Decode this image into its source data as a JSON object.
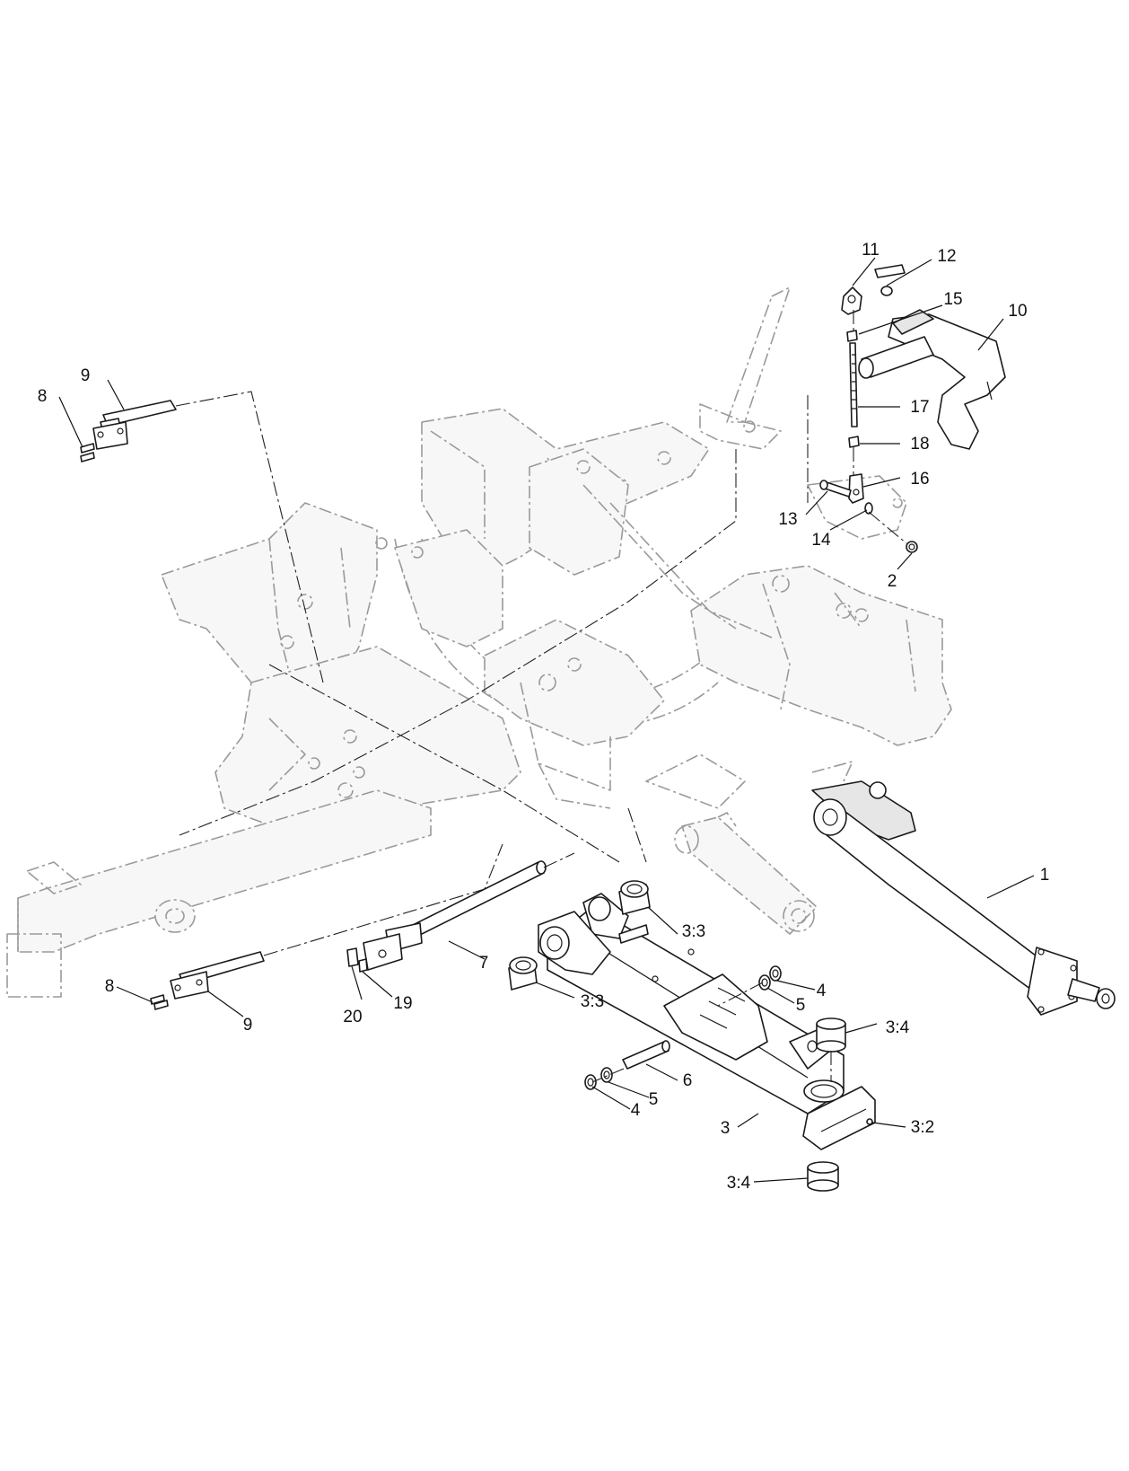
{
  "diagram": {
    "callouts": [
      {
        "id": "c11",
        "label": "11"
      },
      {
        "id": "c12",
        "label": "12"
      },
      {
        "id": "c15",
        "label": "15"
      },
      {
        "id": "c10",
        "label": "10"
      },
      {
        "id": "c17",
        "label": "17"
      },
      {
        "id": "c18",
        "label": "18"
      },
      {
        "id": "c16",
        "label": "16"
      },
      {
        "id": "c13",
        "label": "13"
      },
      {
        "id": "c14",
        "label": "14"
      },
      {
        "id": "c2",
        "label": "2"
      },
      {
        "id": "c9a",
        "label": "9"
      },
      {
        "id": "c8a",
        "label": "8"
      },
      {
        "id": "c1",
        "label": "1"
      },
      {
        "id": "c33a",
        "label": "3:3"
      },
      {
        "id": "c7",
        "label": "7"
      },
      {
        "id": "c8b",
        "label": "8"
      },
      {
        "id": "c9b",
        "label": "9"
      },
      {
        "id": "c20",
        "label": "20"
      },
      {
        "id": "c19",
        "label": "19"
      },
      {
        "id": "c33b",
        "label": "3:3"
      },
      {
        "id": "c4a",
        "label": "4"
      },
      {
        "id": "c5a",
        "label": "5"
      },
      {
        "id": "c34a",
        "label": "3:4"
      },
      {
        "id": "c6",
        "label": "6"
      },
      {
        "id": "c5b",
        "label": "5"
      },
      {
        "id": "c4b",
        "label": "4"
      },
      {
        "id": "c3",
        "label": "3"
      },
      {
        "id": "c32",
        "label": "3:2"
      },
      {
        "id": "c34b",
        "label": "3:4"
      }
    ]
  }
}
